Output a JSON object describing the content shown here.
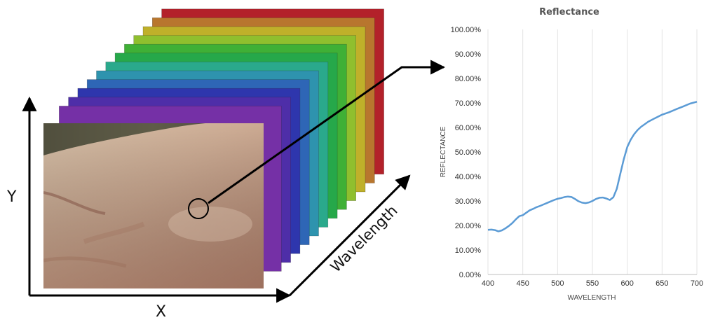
{
  "diagram": {
    "spatial_axes": {
      "y_label": "Y",
      "x_label": "X"
    },
    "spectral_axis_label": "Wavelength",
    "band_colors": [
      "#b3212a",
      "#b8762e",
      "#bfb02a",
      "#8fbf2e",
      "#3fb036",
      "#26a84a",
      "#2aa98c",
      "#2e93ae",
      "#2e66b6",
      "#2e36ad",
      "#4e2ea8",
      "#7530a6"
    ],
    "photo_subject": "hand-skin"
  },
  "chart_data": {
    "type": "line",
    "title": "Reflectance",
    "xlabel": "WAVELENGTH",
    "ylabel": "REFLECTANCE",
    "xlim": [
      400,
      700
    ],
    "ylim": [
      0,
      100
    ],
    "xticks": [
      "400",
      "450",
      "500",
      "550",
      "600",
      "650",
      "700"
    ],
    "yticks": [
      "0.00%",
      "10.00%",
      "20.00%",
      "30.00%",
      "40.00%",
      "50.00%",
      "60.00%",
      "70.00%",
      "80.00%",
      "90.00%",
      "100.00%"
    ],
    "grid": "vertical",
    "line_color": "#5b9bd5",
    "series": [
      {
        "x": [
          400,
          405,
          410,
          415,
          420,
          425,
          430,
          435,
          440,
          445,
          450,
          455,
          460,
          465,
          470,
          475,
          480,
          485,
          490,
          495,
          500,
          505,
          510,
          515,
          520,
          525,
          530,
          535,
          540,
          545,
          550,
          555,
          560,
          565,
          570,
          575,
          580,
          585,
          590,
          595,
          600,
          605,
          610,
          615,
          620,
          625,
          630,
          640,
          650,
          660,
          670,
          680,
          690,
          700
        ],
        "y": [
          18.2,
          18.3,
          18.1,
          17.6,
          18.0,
          18.8,
          19.8,
          21.0,
          22.5,
          23.8,
          24.2,
          25.2,
          26.2,
          26.8,
          27.5,
          28.0,
          28.6,
          29.2,
          29.8,
          30.4,
          30.9,
          31.2,
          31.6,
          31.8,
          31.6,
          30.8,
          29.9,
          29.3,
          29.1,
          29.4,
          30.0,
          30.8,
          31.3,
          31.4,
          31.0,
          30.4,
          31.5,
          35.0,
          41.0,
          47.0,
          52.0,
          55.0,
          57.3,
          59.0,
          60.3,
          61.3,
          62.3,
          63.8,
          65.2,
          66.2,
          67.4,
          68.5,
          69.7,
          70.5
        ]
      }
    ]
  }
}
